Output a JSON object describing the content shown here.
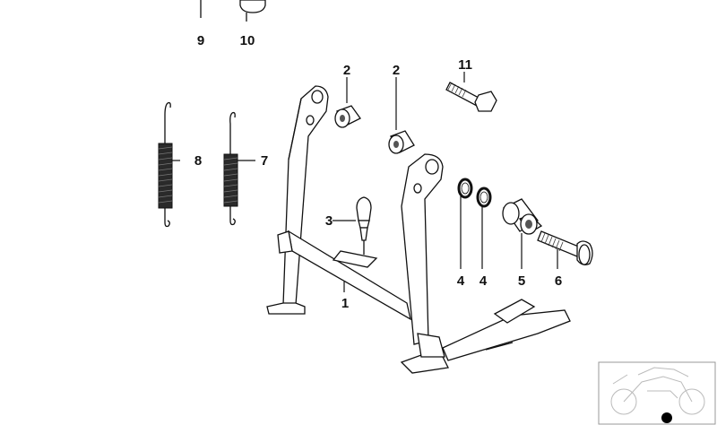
{
  "diagram": {
    "labels": {
      "p1": "1",
      "p2a": "2",
      "p2b": "2",
      "p3": "3",
      "p4a": "4",
      "p4b": "4",
      "p5": "5",
      "p6": "6",
      "p7": "7",
      "p8": "8",
      "p9": "9",
      "p10": "10",
      "p11": "11"
    }
  }
}
